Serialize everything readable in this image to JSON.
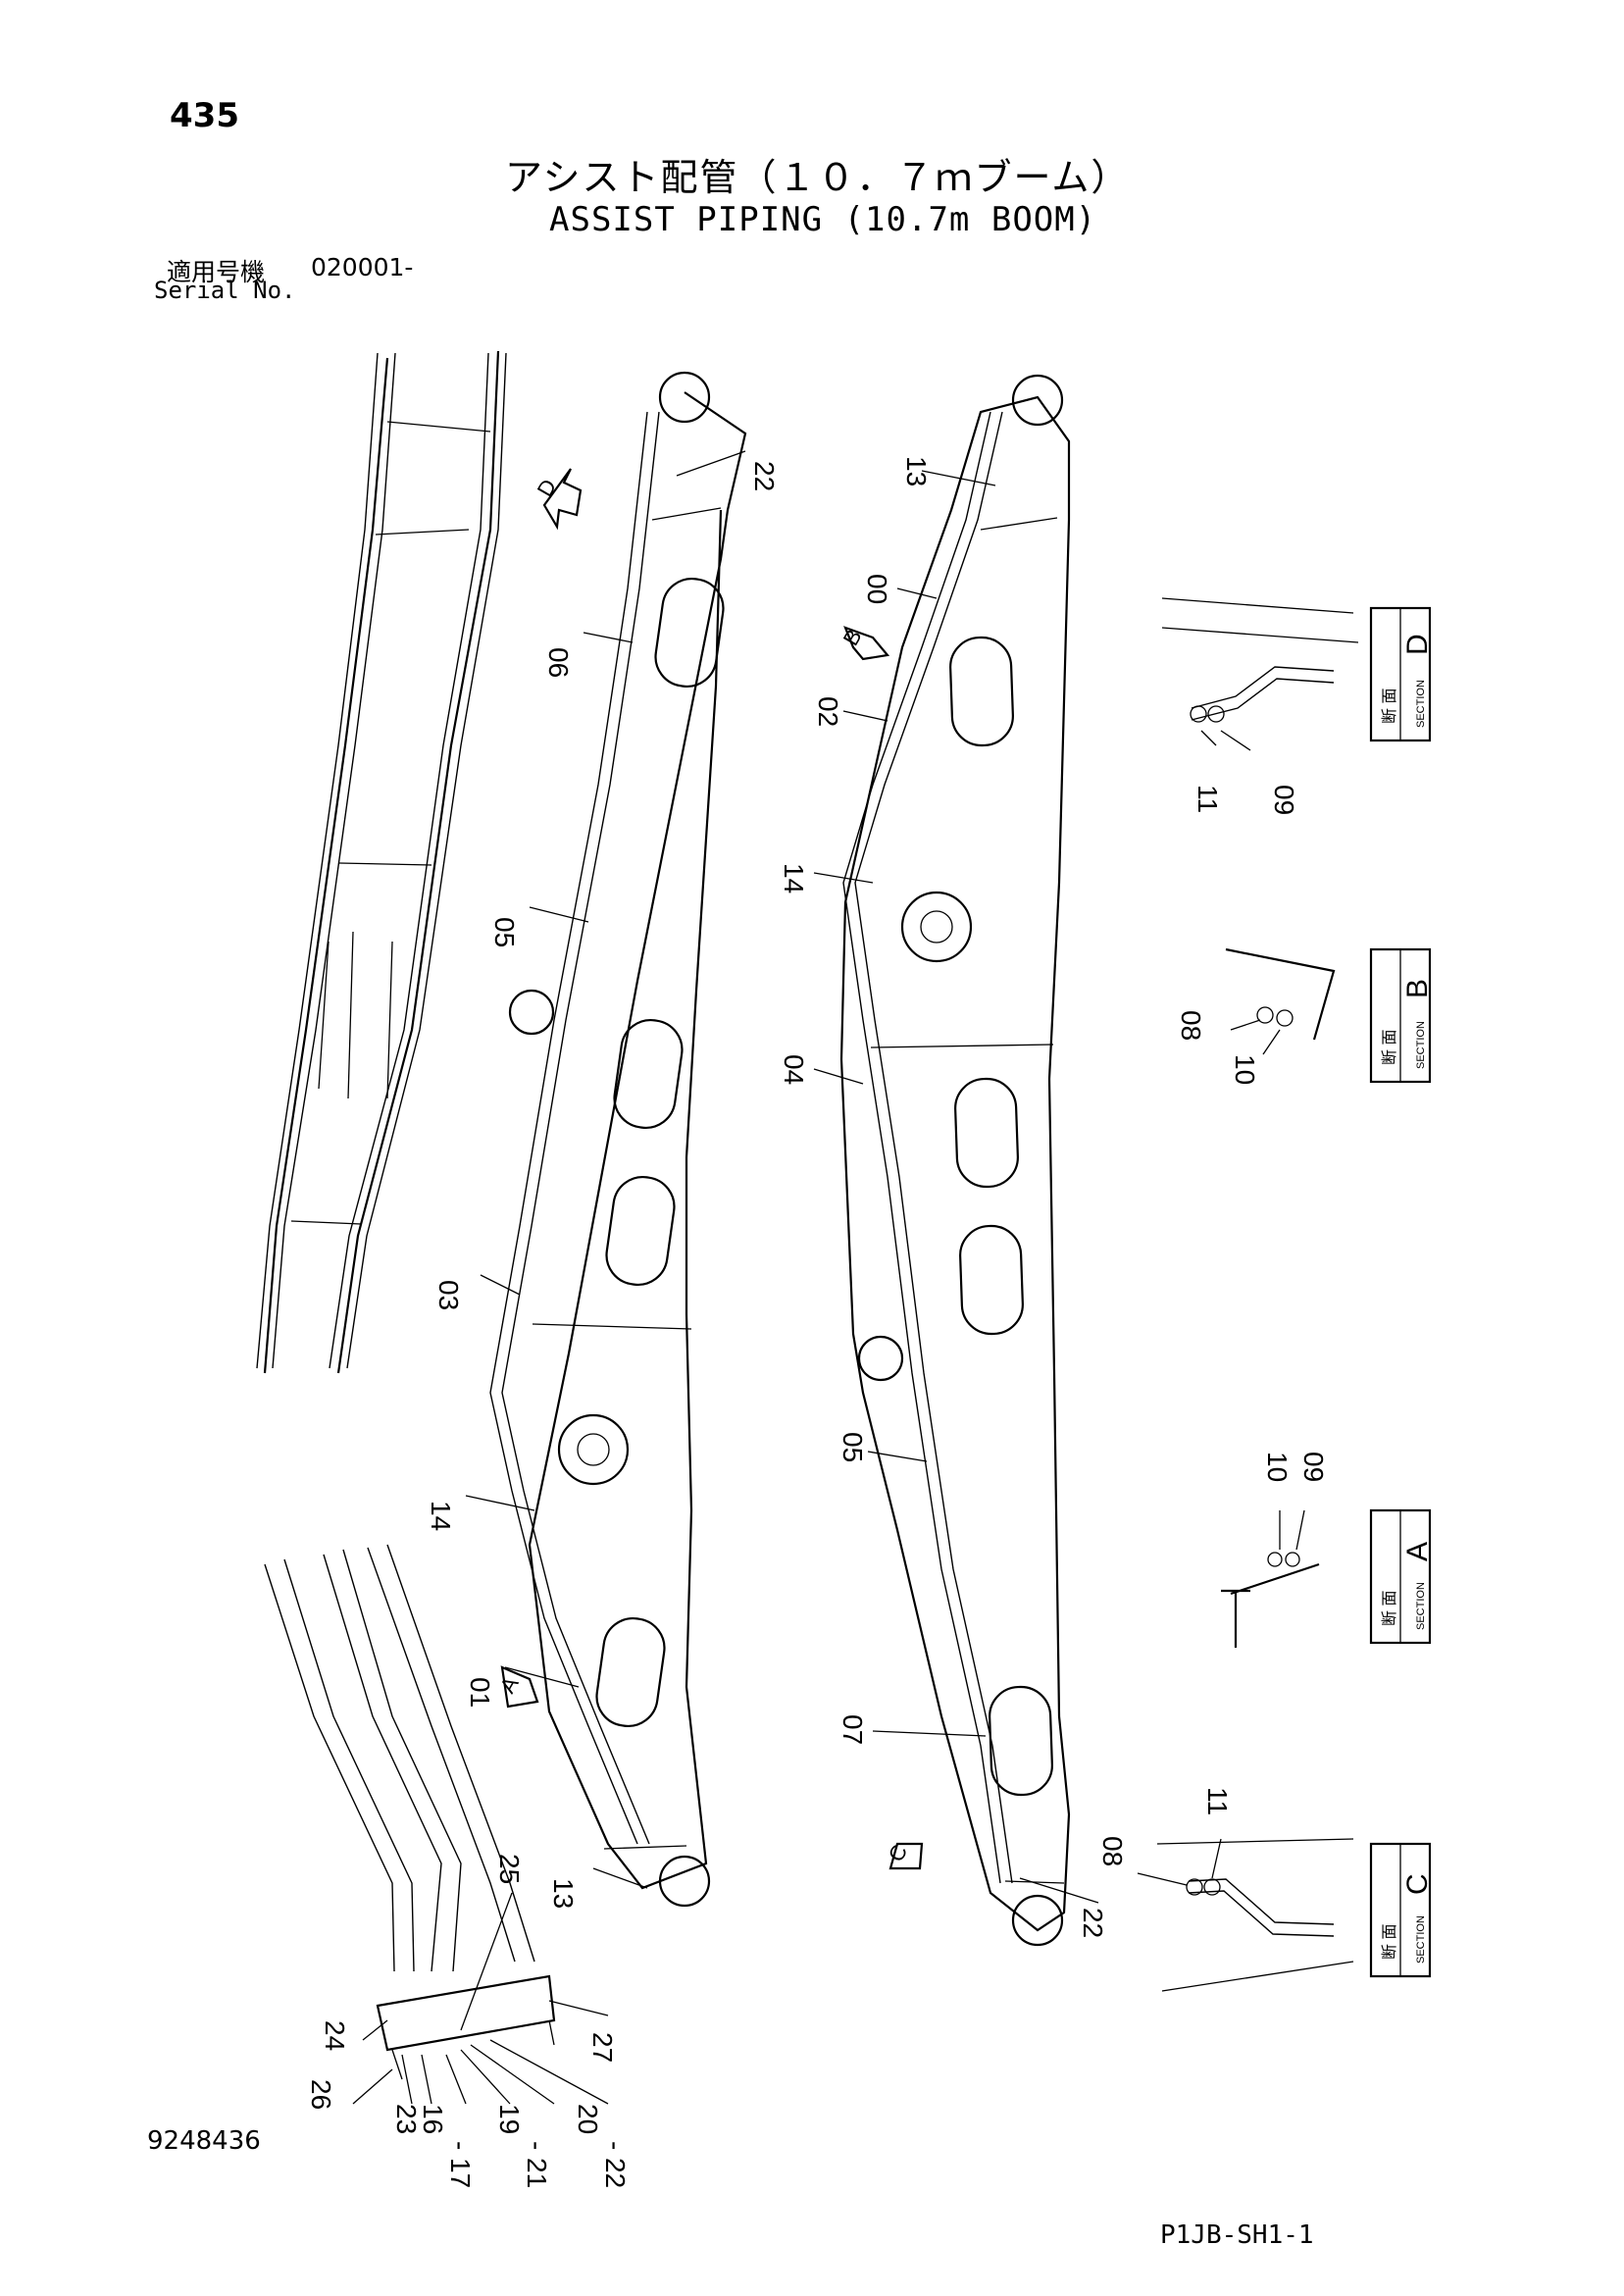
{
  "page": {
    "page_number": "435",
    "title_jp": "アシスト配管（１０．７ｍブーム）",
    "title_en": "ASSIST PIPING (10.7m BOOM)",
    "serial_label_jp": "適用号機",
    "serial_value": "020001-",
    "serial_label_en": "Serial No.",
    "drawing_number": "9248436",
    "sheet_code": "P1JB-SH1-1"
  },
  "section_boxes": [
    {
      "kanji": "断 面",
      "word": "SECTION",
      "letter": "D"
    },
    {
      "kanji": "断 面",
      "word": "SECTION",
      "letter": "B"
    },
    {
      "kanji": "断 面",
      "word": "SECTION",
      "letter": "A"
    },
    {
      "kanji": "断 面",
      "word": "SECTION",
      "letter": "C"
    }
  ],
  "view_arrows": [
    "D",
    "B",
    "A",
    "C"
  ],
  "callouts": {
    "left_boom": [
      "22",
      "06",
      "05",
      "03",
      "14",
      "01",
      "13"
    ],
    "right_boom": [
      "13",
      "00",
      "02",
      "14",
      "04",
      "05",
      "07",
      "22"
    ],
    "section_d": [
      "11",
      "09"
    ],
    "section_b": [
      "08",
      "10"
    ],
    "section_a": [
      "10",
      "09"
    ],
    "section_c": [
      "08",
      "11"
    ],
    "base_detail": [
      "25",
      "24",
      "26",
      "27",
      "23",
      "16",
      "17",
      "19",
      "21",
      "20",
      "22"
    ],
    "base_dashes": [
      "-",
      "-",
      "-"
    ]
  }
}
